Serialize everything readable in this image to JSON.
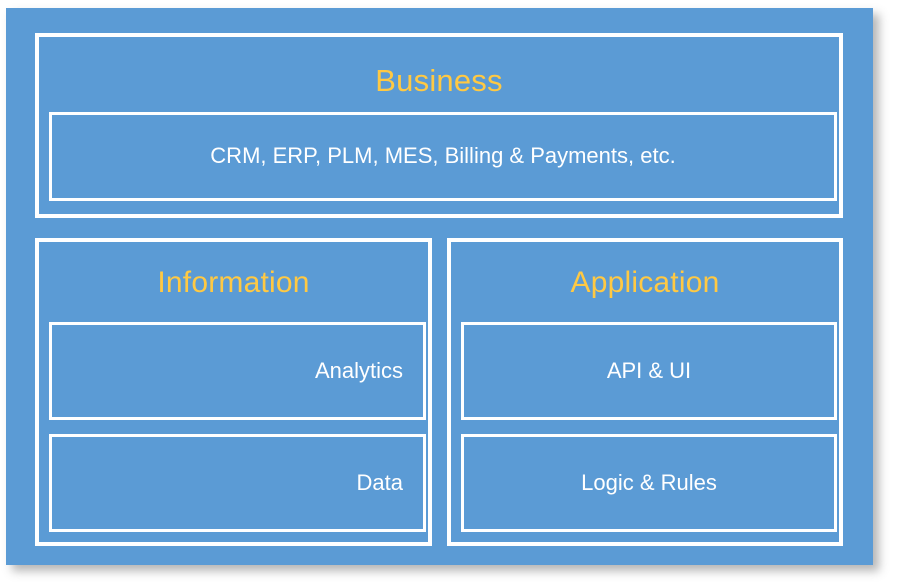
{
  "colors": {
    "panel_blue": "#5B9BD5",
    "title_gold": "#FFC943",
    "border_white": "#FFFFFF",
    "label_white": "#FFFFFF",
    "page_background": "#FFFFFF"
  },
  "diagram": {
    "type": "layered-architecture",
    "layers": [
      {
        "id": "business",
        "title": "Business",
        "items": [
          {
            "id": "business-systems",
            "label": "CRM, ERP, PLM, MES, Billing & Payments, etc.",
            "align": "center"
          }
        ]
      },
      {
        "id": "information",
        "title": "Information",
        "items": [
          {
            "id": "analytics",
            "label": "Analytics",
            "align": "right"
          },
          {
            "id": "data",
            "label": "Data",
            "align": "right"
          }
        ]
      },
      {
        "id": "application",
        "title": "Application",
        "items": [
          {
            "id": "api-ui",
            "label": "API & UI",
            "align": "center"
          },
          {
            "id": "logic-rules",
            "label": "Logic & Rules",
            "align": "center"
          }
        ]
      }
    ]
  }
}
